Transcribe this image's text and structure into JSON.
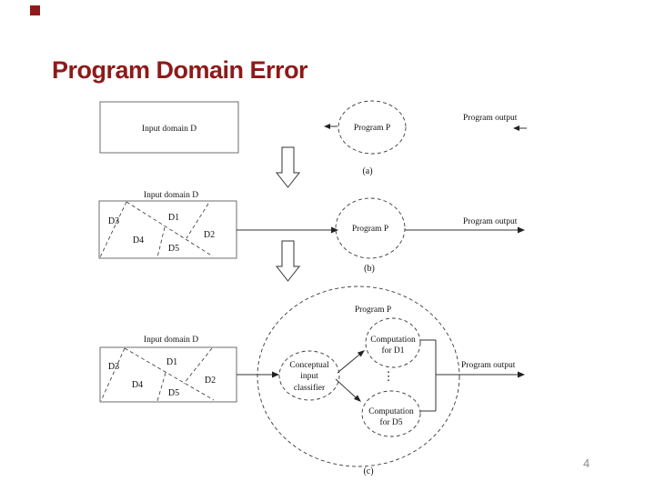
{
  "slide": {
    "title": "Program Domain Error",
    "page_number": "4",
    "accent_color": "#8e1a1a"
  },
  "diagram_a": {
    "input_box_label": "Input domain D",
    "program_label": "Program P",
    "output_label": "Program output",
    "caption": "(a)"
  },
  "diagram_b": {
    "input_label": "Input domain D",
    "regions": [
      "D3",
      "D1",
      "D4",
      "D5",
      "D2"
    ],
    "program_label": "Program P",
    "output_label": "Program output",
    "caption": "(b)"
  },
  "diagram_c": {
    "program_label": "Program P",
    "input_label": "Input domain D",
    "regions": [
      "D3",
      "D1",
      "D4",
      "D5",
      "D2"
    ],
    "classifier_lines": [
      "Conceptual",
      "input",
      "classifier"
    ],
    "computation_d1_lines": [
      "Computation",
      "for D1"
    ],
    "computation_d5_lines": [
      "Computation",
      "for D5"
    ],
    "ellipsis": "⋮",
    "output_label": "Program output",
    "caption": "(c)"
  }
}
